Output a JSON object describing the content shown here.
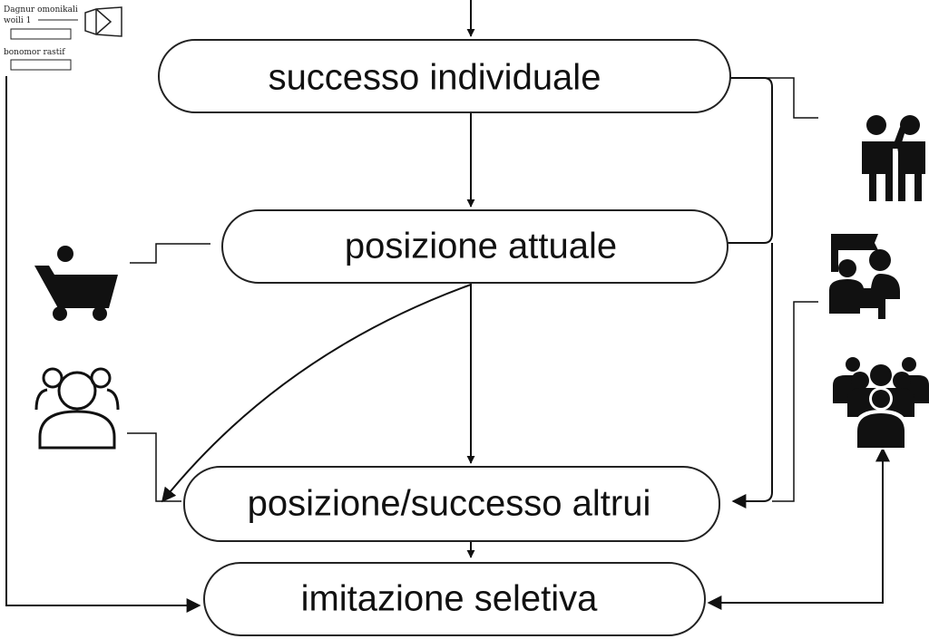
{
  "nodes": {
    "successo_individuale": "successo individuale",
    "posizione_attuale": "posizione attuale",
    "posizione_successo_altrui": "posizione/successo altrui",
    "imitazione_seletiva": "imitazione seletiva"
  },
  "legend": {
    "line1": "Dagnur omonikali",
    "line2": "woili 1",
    "line3": "bonomor rastif"
  },
  "icons": [
    "shopping-cart-icon",
    "group-outline-icon",
    "two-people-talking-icon",
    "presenter-audience-icon",
    "crowd-icon"
  ],
  "colors": {
    "ink": "#111111",
    "background": "#ffffff"
  }
}
